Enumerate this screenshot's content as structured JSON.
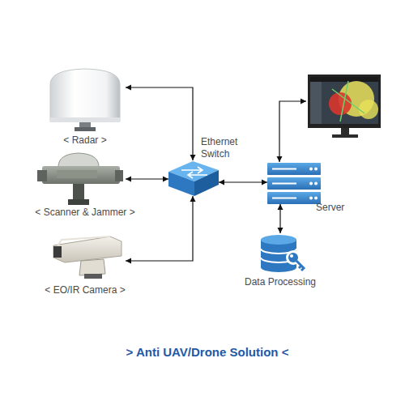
{
  "diagram": {
    "title": "> Anti UAV/Drone Solution <",
    "nodes": [
      {
        "text": [
          "< Radar >"
        ]
      },
      {
        "text": [
          "< Scanner & Jammer >"
        ]
      },
      {
        "text": [
          "< EO/IR Camera >"
        ]
      },
      {
        "text": [
          "Ethernet Switch"
        ]
      },
      {
        "text": []
      },
      {
        "text": [
          "Server"
        ]
      },
      {
        "text": [
          "Data Processing"
        ]
      }
    ],
    "edges": [
      {
        "from": 0,
        "to": 3,
        "arrow": "both"
      },
      {
        "from": 1,
        "to": 3,
        "arrow": "both"
      },
      {
        "from": 2,
        "to": 3,
        "arrow": "both"
      },
      {
        "from": 3,
        "to": 5,
        "arrow": "both"
      },
      {
        "from": 5,
        "to": 4,
        "arrow": "both"
      },
      {
        "from": 5,
        "to": 6,
        "arrow": "both"
      }
    ]
  }
}
